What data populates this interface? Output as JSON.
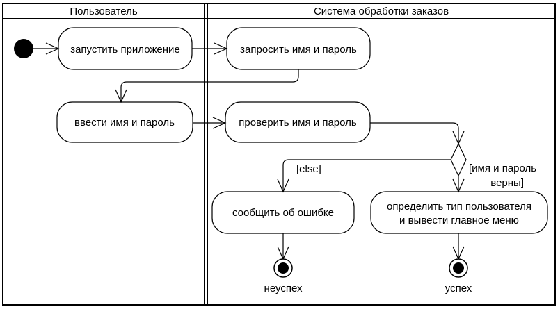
{
  "swimlanes": [
    {
      "title": "Пользователь"
    },
    {
      "title": "Система обработки заказов"
    }
  ],
  "actions": {
    "launch_app": "запустить приложение",
    "request_credentials": "запросить имя и пароль",
    "enter_credentials": "ввести имя и пароль",
    "check_credentials": "проверить имя и пароль",
    "report_error": "сообщить об ошибке",
    "define_user_type_line1": "определить тип пользователя",
    "define_user_type_line2": "и вывести главное меню"
  },
  "guards": {
    "else": "[else]",
    "valid_line1": "[имя и пароль",
    "valid_line2": "верны]"
  },
  "final_states": {
    "failure": "неуспех",
    "success": "успех"
  }
}
